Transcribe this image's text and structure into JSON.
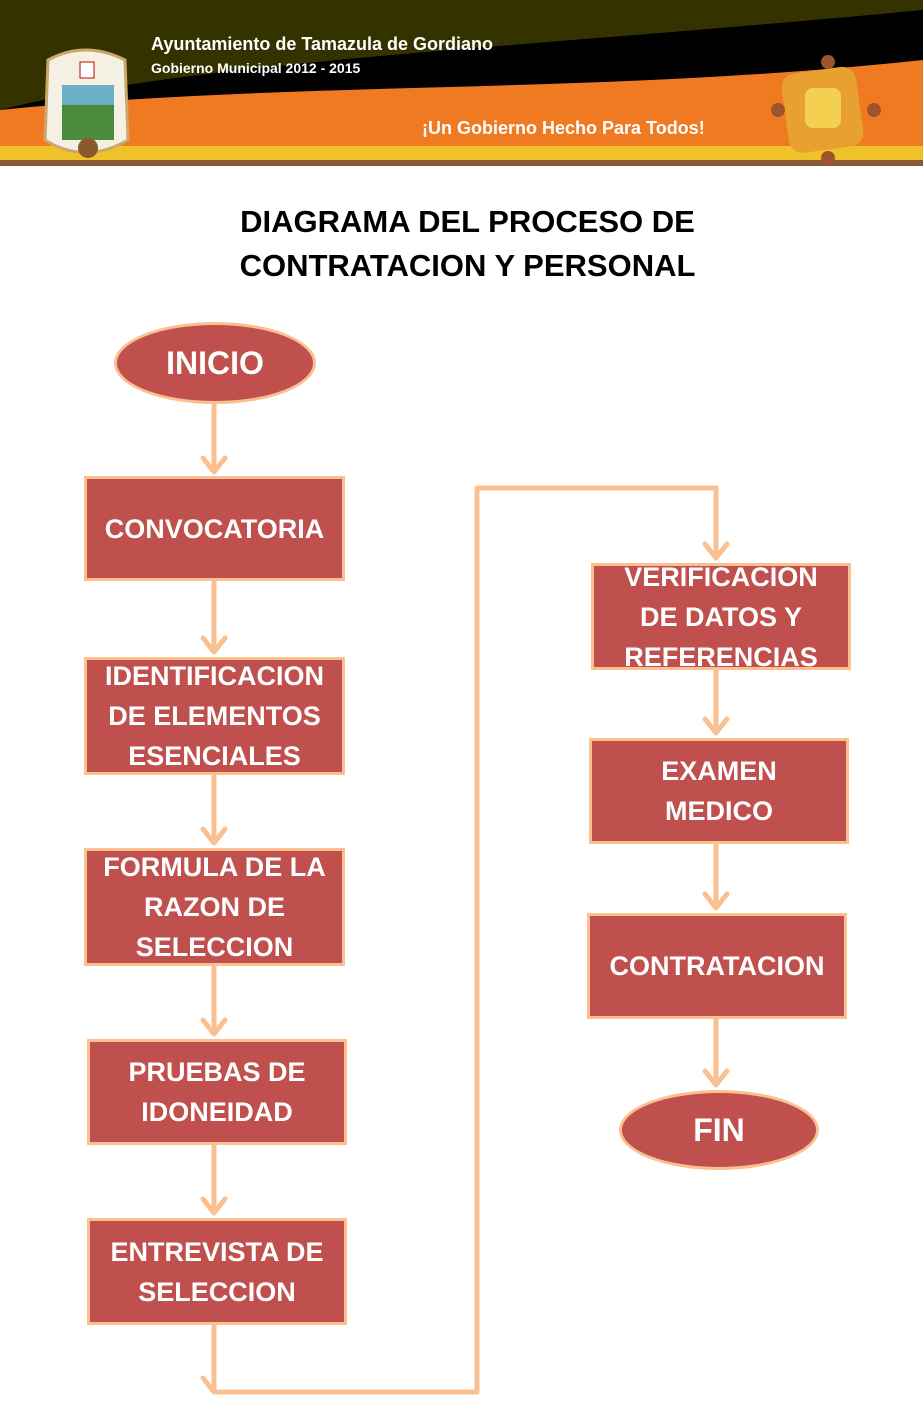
{
  "header": {
    "org": "Ayuntamiento de Tamazula de Gordiano",
    "subtitle": "Gobierno Municipal 2012 - 2015",
    "slogan": "¡Un Gobierno Hecho Para Todos!"
  },
  "title": {
    "line1": "DIAGRAMA DEL PROCESO DE",
    "line2": "CONTRATACION Y PERSONAL"
  },
  "nodes": {
    "start": "INICIO",
    "n1": "CONVOCATORIA",
    "n2": "IDENTIFICACION\nDE ELEMENTOS\nESENCIALES",
    "n3": "FORMULA DE LA\nRAZON DE\nSELECCION",
    "n4": "PRUEBAS DE\nIDONEIDAD",
    "n5": "ENTREVISTA DE\nSELECCION",
    "n6": "VERIFICACION\nDE DATOS Y\nREFERENCIAS",
    "n7": "EXAMEN\nMEDICO",
    "n8": "CONTRATACION",
    "end": "FIN"
  },
  "colors": {
    "box": "#c0504d",
    "connector": "#fac090",
    "orange": "#f07a22"
  }
}
